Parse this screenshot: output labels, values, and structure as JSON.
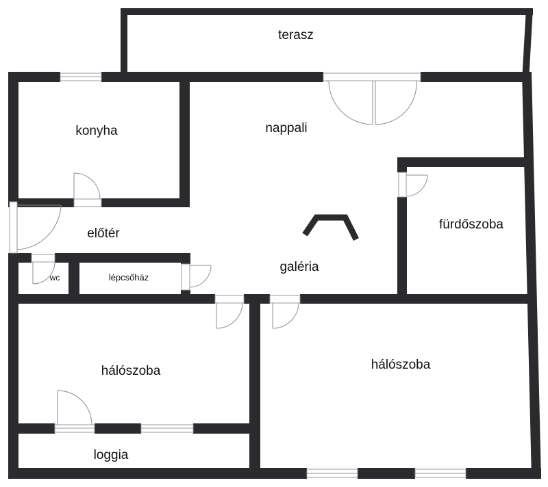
{
  "floorplan": {
    "rooms": {
      "terasz": "terasz",
      "konyha": "konyha",
      "nappali": "nappali",
      "eloter": "előtér",
      "furdoszoba": "fürdőszoba",
      "galeria": "galéria",
      "wc": "wc",
      "lepcsohaz": "lépcsőház",
      "haloszoba_left": "hálószoba",
      "haloszoba_right": "hálószoba",
      "loggia": "loggia"
    },
    "colors": {
      "wall": "#2b2b2e",
      "background": "#ffffff",
      "fixture_line": "#9a9a9a"
    }
  }
}
